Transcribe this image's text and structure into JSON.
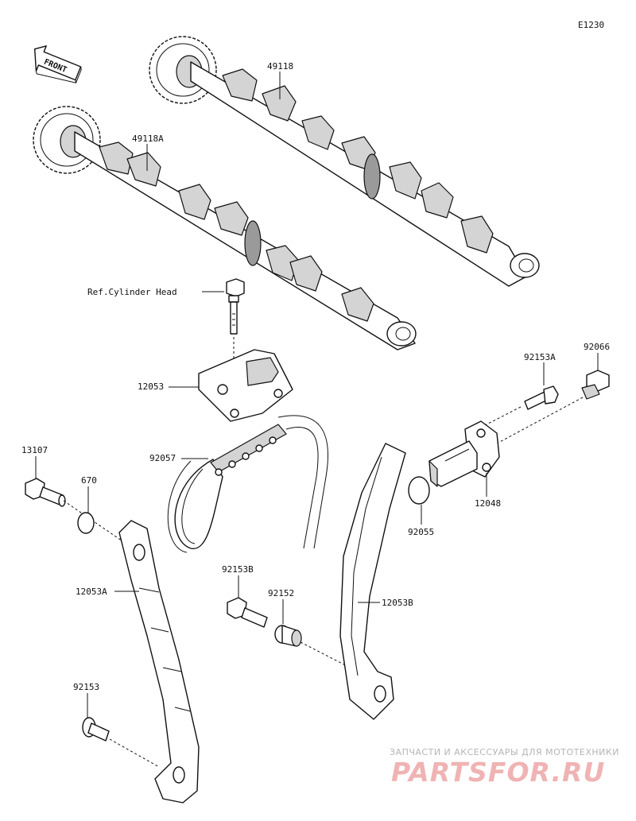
{
  "diagram": {
    "code": "E1230",
    "front_label": "FRONT",
    "reference_label": "Ref.Cylinder Head",
    "parts": {
      "p49118": "49118",
      "p49118A": "49118A",
      "p12053": "12053",
      "p92057": "92057",
      "p13107": "13107",
      "p670": "670",
      "p12053A": "12053A",
      "p92153": "92153",
      "p92153B": "92153B",
      "p92152": "92152",
      "p12053B": "12053B",
      "p92055": "92055",
      "p92153A": "92153A",
      "p92066": "92066",
      "p12048": "12048"
    }
  },
  "watermark": {
    "line1": "ЗАПЧАСТИ И АКСЕССУАРЫ ДЛЯ МОТОТЕХНИКИ",
    "brand": "PARTSFOR.RU"
  }
}
